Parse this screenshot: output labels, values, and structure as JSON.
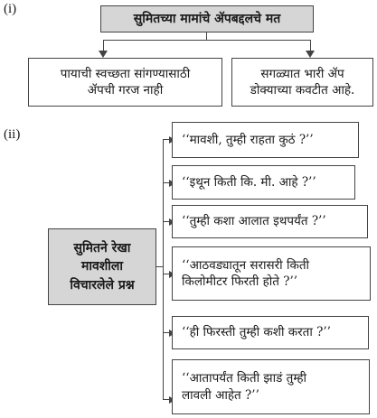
{
  "section1": {
    "label": "(i)",
    "title": "सुमितच्या मामांचे ॲपबद्दलचे मत",
    "left_box": [
      "पायाची स्वच्छता सांगण्यासाठी",
      "ॲपची गरज नाही"
    ],
    "right_box": [
      "सगळ्यात भारी ॲप",
      "डोक्याच्या कवटीत आहे."
    ]
  },
  "section2": {
    "label": "(ii)",
    "center": [
      "सुमितने रेखा",
      "मावशीला",
      "विचारलेले प्रश्न"
    ],
    "questions": [
      [
        "‘‘मावशी, तुम्ही राहता कुठं ?’’"
      ],
      [
        "‘‘इथून किती कि. मी. आहे ?’’"
      ],
      [
        "‘‘तुम्ही कशा आलात इथपर्यंत ?’’"
      ],
      [
        "‘‘आठवड्यातून सरासरी किती",
        "किलोमीटर फिरती होते ?’’"
      ],
      [
        "‘‘ही फिरस्ती तुम्ही कशी करता ?’’"
      ],
      [
        "‘‘आतापर्यंत किती झाडं तुम्ही",
        "लावली आहेत ?’’"
      ]
    ]
  }
}
